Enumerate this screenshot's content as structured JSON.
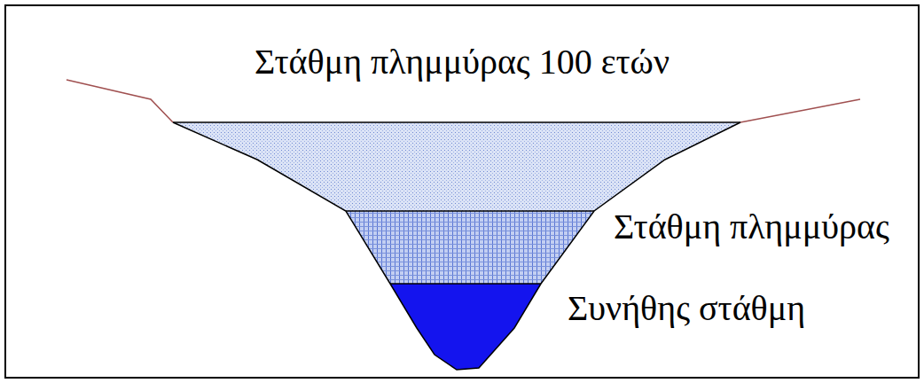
{
  "diagram": {
    "labels": [
      "Στάθμη πλημμύρας 100 ετών",
      "Στάθμη πλημμύρας",
      "Συνήθης στάθμη"
    ]
  }
}
